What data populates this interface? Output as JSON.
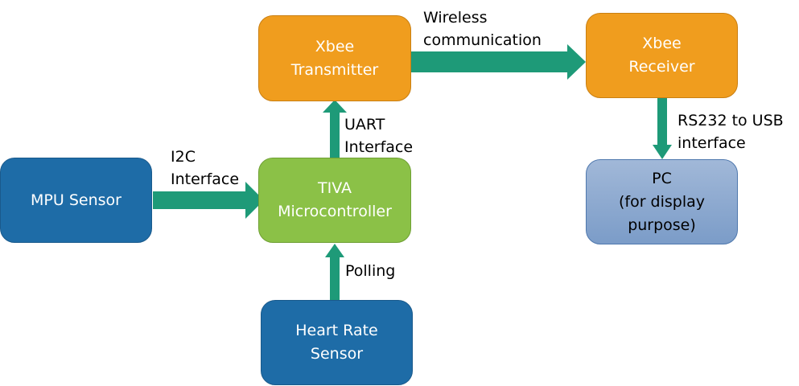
{
  "nodes": {
    "mpu_sensor": {
      "label": "MPU Sensor"
    },
    "tiva": {
      "label": "TIVA\nMicrocontroller"
    },
    "xbee_tx": {
      "label": "Xbee\nTransmitter"
    },
    "xbee_rx": {
      "label": "Xbee\nReceiver"
    },
    "pc": {
      "label": "PC\n(for display\npurpose)"
    },
    "heart_rate": {
      "label": "Heart Rate\nSensor"
    }
  },
  "edges": {
    "i2c": {
      "label": "I2C\nInterface",
      "from": "MPU Sensor",
      "to": "TIVA Microcontroller"
    },
    "uart": {
      "label": "UART\nInterface",
      "from": "TIVA Microcontroller",
      "to": "Xbee Transmitter"
    },
    "wireless": {
      "label": "Wireless\ncommunication",
      "from": "Xbee Transmitter",
      "to": "Xbee Receiver"
    },
    "rs232": {
      "label": "RS232 to USB\ninterface",
      "from": "Xbee Receiver",
      "to": "PC"
    },
    "polling": {
      "label": "Polling",
      "from": "Heart Rate Sensor",
      "to": "TIVA Microcontroller"
    }
  },
  "colors": {
    "arrow": "#1e9a78",
    "sensor": "#1e6ca7",
    "xbee": "#f09d1e",
    "mcu": "#8bc147",
    "pc": "#8faad0"
  }
}
